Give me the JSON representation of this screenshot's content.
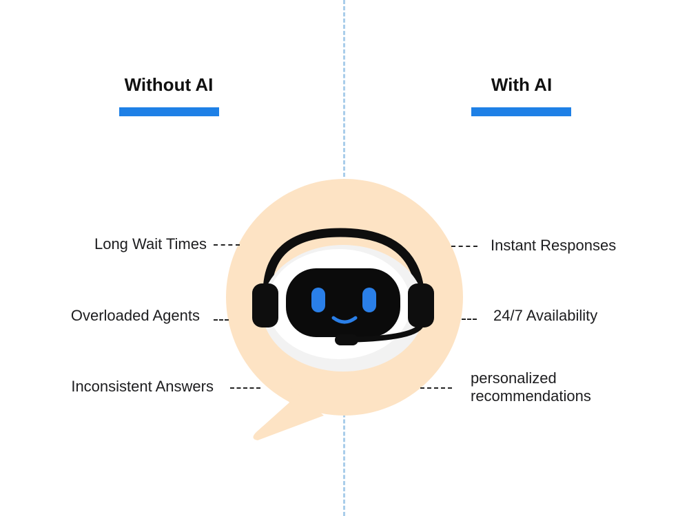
{
  "columns": {
    "left": {
      "title": "Without AI",
      "items": [
        "Long Wait Times",
        "Overloaded Agents",
        "Inconsistent Answers"
      ]
    },
    "right": {
      "title": "With AI",
      "items": [
        "Instant Responses",
        "24/7 Availability",
        "personalized recommendations"
      ]
    }
  },
  "colors": {
    "accent": "#1e80e6",
    "bubble": "#fde3c4",
    "divider": "#a9cdea",
    "robot_eye": "#2a7fe8"
  },
  "icons": {
    "center": "robot-support-agent-icon"
  }
}
